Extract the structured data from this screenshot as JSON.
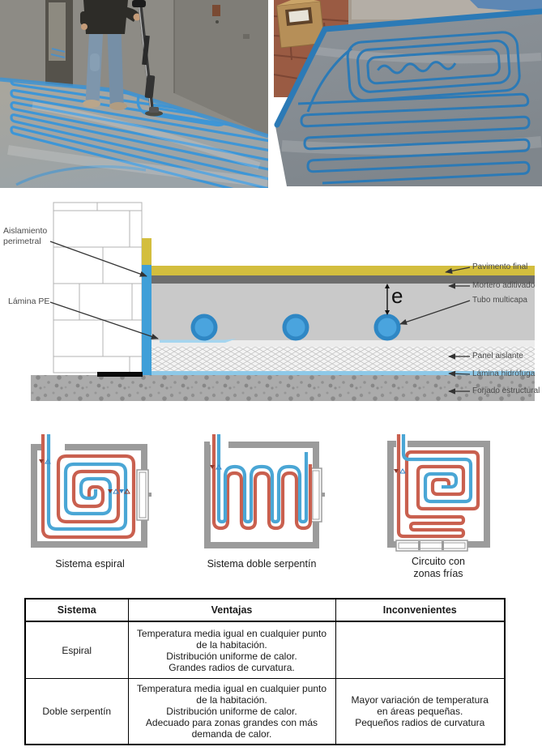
{
  "images": {
    "left_photo": "worker-stapling-underfloor-heating-pipes",
    "right_photo": "installed-pipe-circuit-on-floor"
  },
  "cross_section": {
    "label_aislamiento": "Aislamiento\nperimetral",
    "label_lamina_pe": "Lámina PE",
    "label_pavimento": "Pavimento final",
    "label_mortero": "Mortero aditivado",
    "label_tubo": "Tubo multicapa",
    "label_panel": "Panel aislante",
    "label_hidrofuga": "Lámina hidrófuga",
    "label_forjado": "Forjado estructural",
    "thickness": "e"
  },
  "diagrams": {
    "captions": [
      "Sistema espiral",
      "Sistema doble serpentín",
      "Circuito con\nzonas frías"
    ]
  },
  "table": {
    "headers": [
      "Sistema",
      "Ventajas",
      "Inconvenientes"
    ],
    "rows": [
      {
        "sistema": "Espiral",
        "ventajas": "Temperatura media igual en cualquier punto\nde la habitación.\nDistribución uniforme de calor.\nGrandes radios de curvatura.",
        "inconvenientes": ""
      },
      {
        "sistema": "Doble serpentín",
        "ventajas": "Temperatura media igual en cualquier punto\nde la habitación.\nDistribución uniforme de calor.\nAdecuado para zonas grandes con más\ndemanda de calor.",
        "inconvenientes": "Mayor variación de temperatura\nen áreas pequeñas.\nPequeños radios de curvatura"
      }
    ]
  },
  "colors": {
    "pipe_red": "#c9604f",
    "pipe_blue": "#4aa6d5",
    "wall_gray": "#9b9b9b",
    "insulation_blue": "#3f9fd8",
    "pavement_yellow": "#d3be3e",
    "mortar_gray": "#c9c9c9",
    "dark_layer": "#6d6d6d",
    "concrete_gray": "#ababab"
  }
}
